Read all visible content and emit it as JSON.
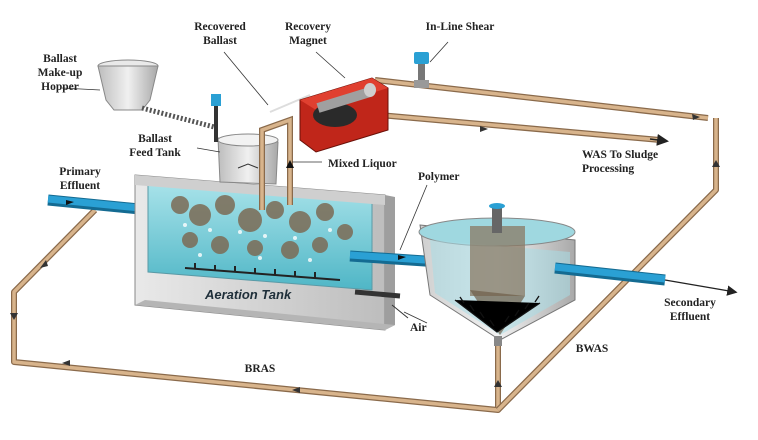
{
  "labels": {
    "ballast_hopper": [
      "Ballast",
      "Make-up",
      "Hopper"
    ],
    "recovered_ballast": [
      "Recovered",
      "Ballast"
    ],
    "recovery_magnet": [
      "Recovery",
      "Magnet"
    ],
    "inline_shear": "In-Line Shear",
    "ballast_feed_tank": [
      "Ballast",
      "Feed Tank"
    ],
    "mixed_liquor": "Mixed Liquor",
    "was": [
      "WAS To Sludge",
      "Processing"
    ],
    "primary_effluent": [
      "Primary",
      "Effluent"
    ],
    "polymer": "Polymer",
    "aeration_tank": "Aeration Tank",
    "air": "Air",
    "secondary_effluent": [
      "Secondary",
      "Effluent"
    ],
    "bras": "BRAS",
    "bwas": "BWAS"
  },
  "colors": {
    "pipe_tan": "#c9a27a",
    "pipe_blue": "#2aa0d4",
    "water": "#7fd3dc",
    "concrete": "#d9d9d9",
    "magnet_red": "#c0261a"
  }
}
